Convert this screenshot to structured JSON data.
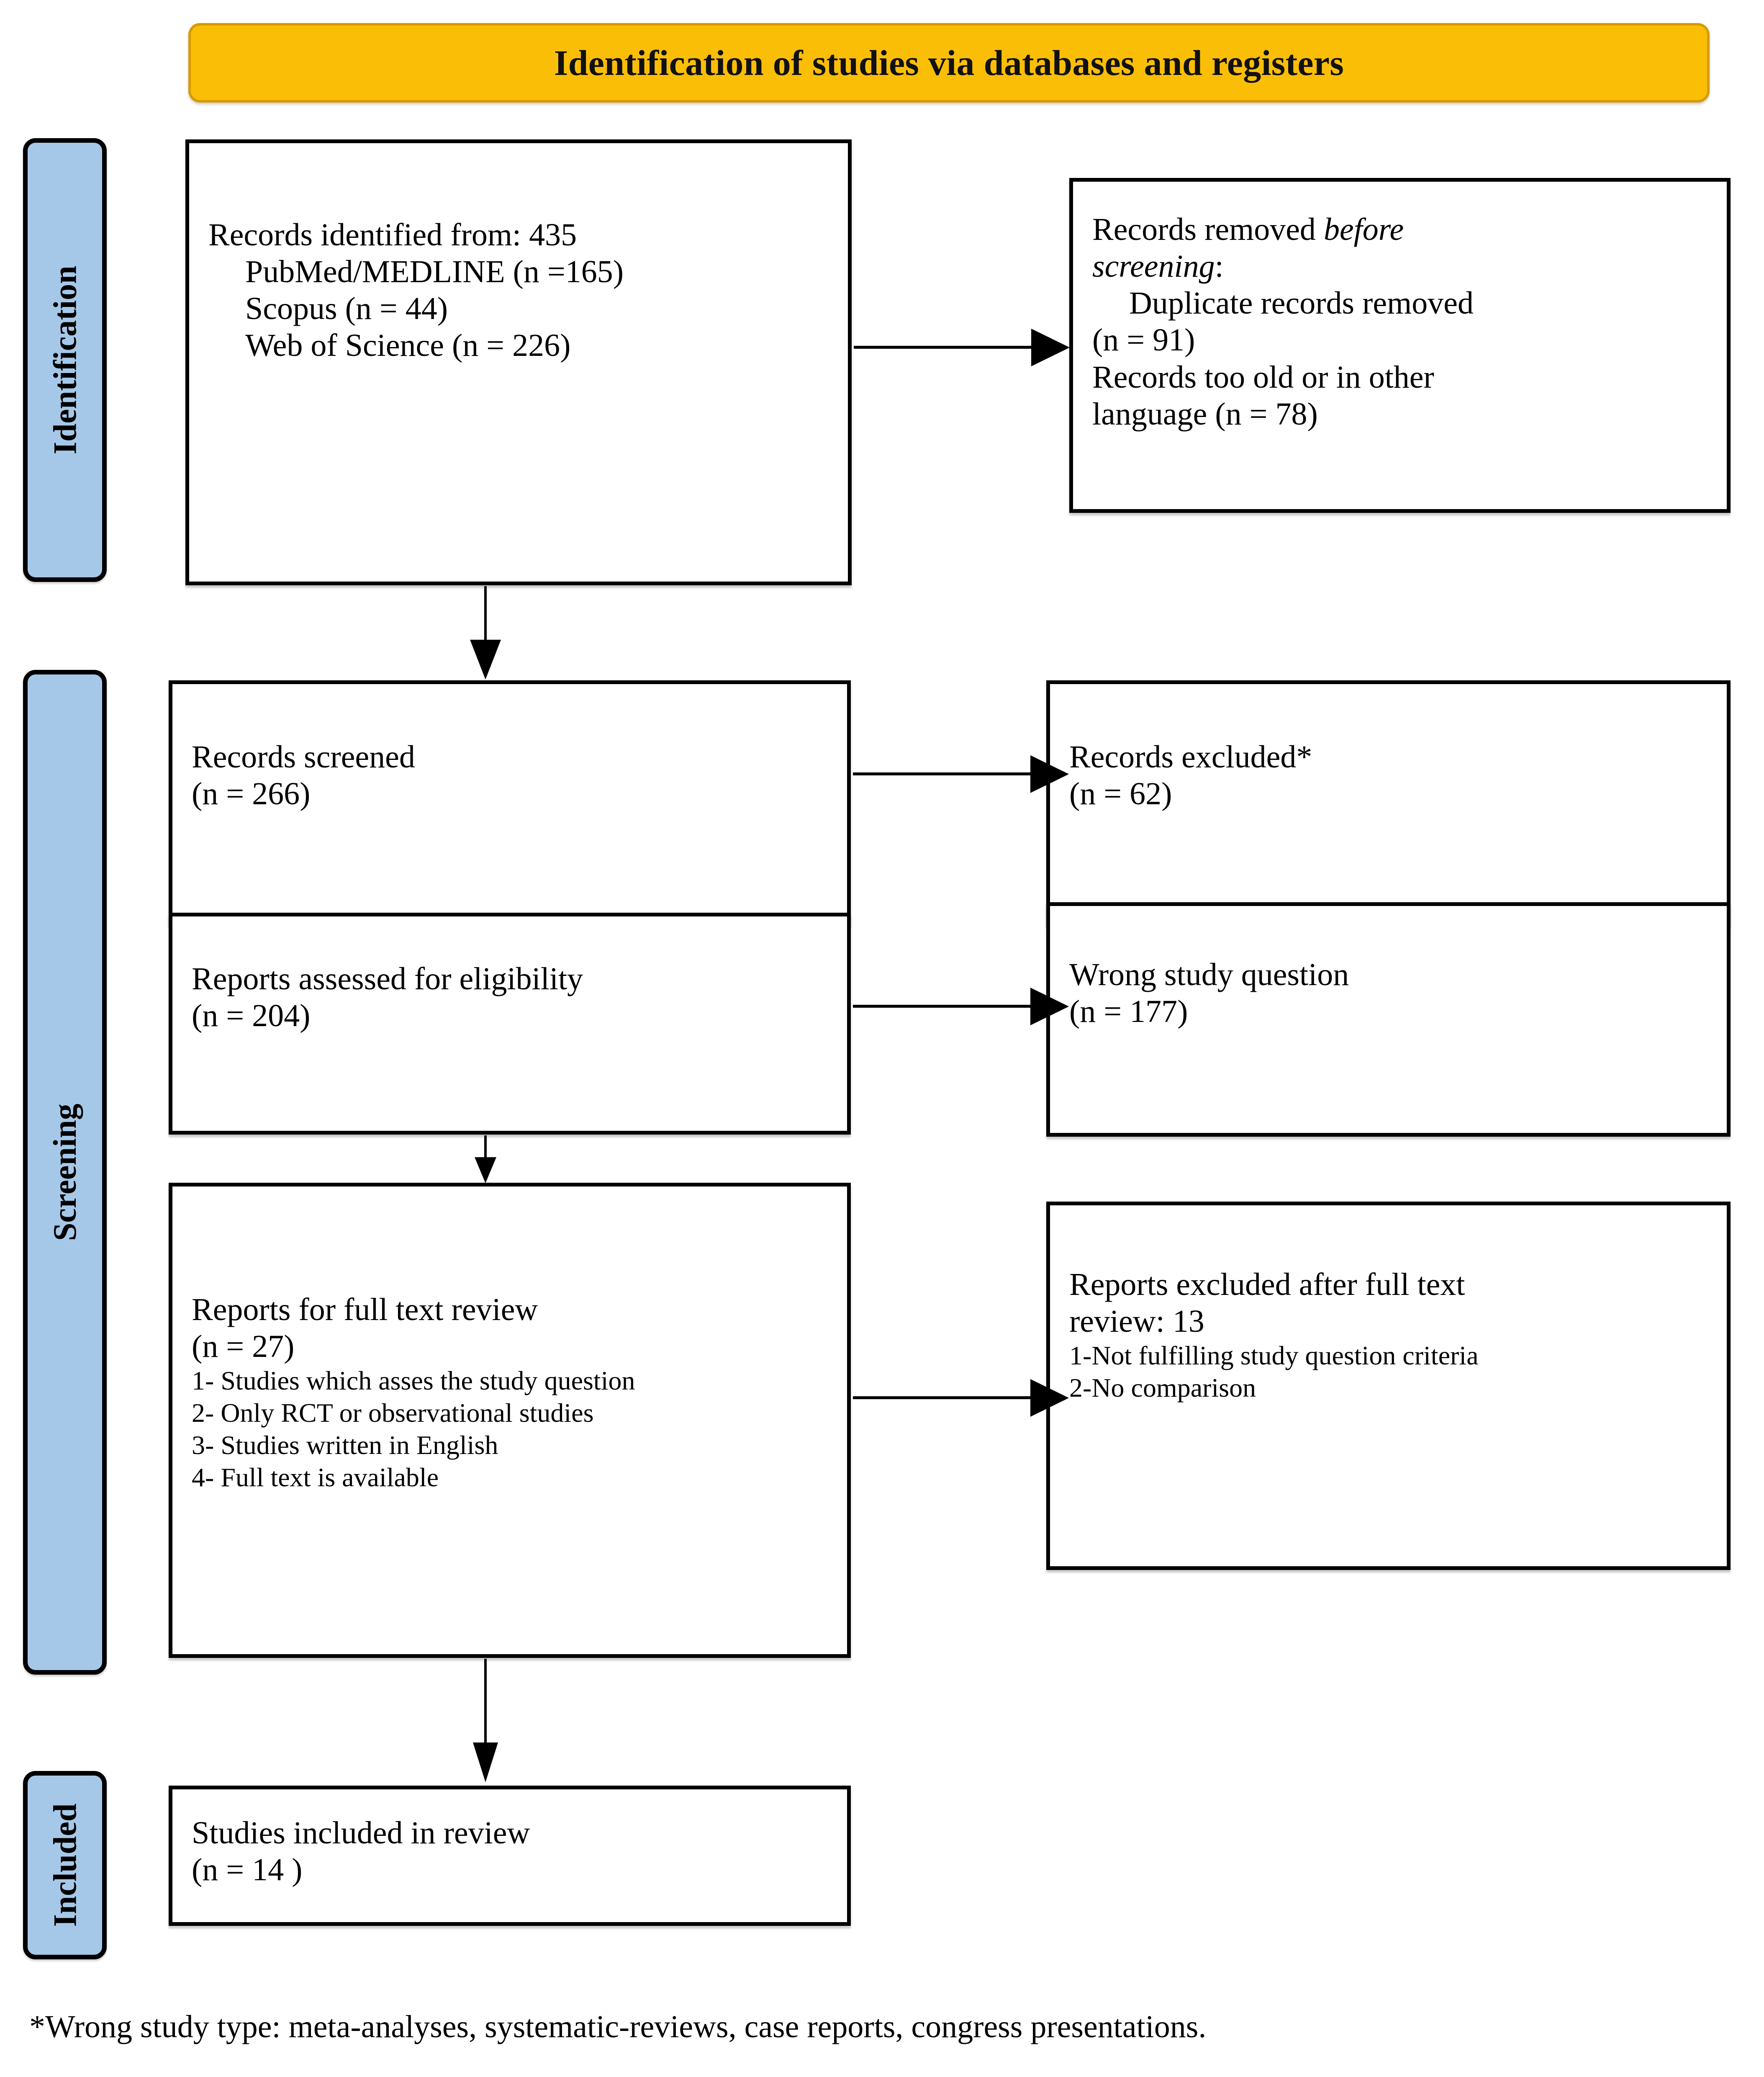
{
  "banner": {
    "title": "Identification of studies via databases and registers",
    "fill_color": "#FBBE06",
    "border_color": "#D79A04"
  },
  "stage_labels": {
    "fill_color": "#A6C8E8",
    "items": [
      {
        "id": "identification",
        "label": "Identification"
      },
      {
        "id": "screening",
        "label": "Screening"
      },
      {
        "id": "included",
        "label": "Included"
      }
    ]
  },
  "boxes": {
    "identified": {
      "lines": [
        "Records identified from: 435",
        "PubMed/MEDLINE (n =165)",
        "Scopus (n = 44)",
        "Web of Science (n = 226)"
      ]
    },
    "removed": {
      "line1_prefix": "Records removed ",
      "line1_italic": "before",
      "line2_italic": "screening",
      "line2_suffix": ":",
      "lines": [
        "Duplicate records removed",
        "(n = 91)",
        "Records too old or in other",
        "language (n = 78)"
      ]
    },
    "screened": {
      "lines": [
        "Records screened",
        "(n = 266)"
      ]
    },
    "excluded": {
      "lines": [
        "Records excluded*",
        "(n = 62)"
      ]
    },
    "eligibility": {
      "lines": [
        "Reports assessed for eligibility",
        "(n = 204)"
      ]
    },
    "wrong_question": {
      "lines": [
        "Wrong study question",
        "(n = 177)"
      ]
    },
    "full_text": {
      "title": "Reports for full text review",
      "count": "(n = 27)",
      "criteria": [
        "1- Studies which asses the study question",
        "2- Only RCT or observational studies",
        "3- Studies written in English",
        "4- Full text is available"
      ]
    },
    "excluded_full_text": {
      "title_line1": "Reports excluded after full text",
      "title_line2": "review: 13",
      "reasons": [
        "1-Not fulfilling study question criteria",
        "2-No comparison"
      ]
    },
    "included": {
      "lines": [
        "Studies included in review",
        "(n = 14 )"
      ]
    }
  },
  "footnote": "*Wrong study type: meta-analyses, systematic-reviews, case reports, congress presentations."
}
